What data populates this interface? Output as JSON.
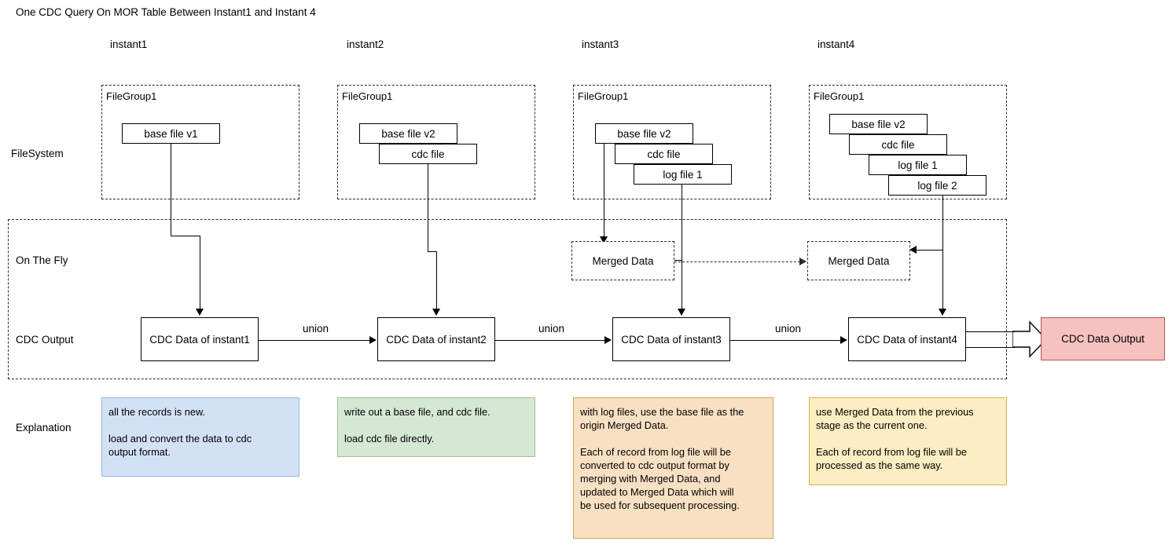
{
  "title": "One CDC Query On MOR Table Between Instant1 and Instant 4",
  "columns": [
    {
      "label": "instant1"
    },
    {
      "label": "instant2"
    },
    {
      "label": "instant3"
    },
    {
      "label": "instant4"
    }
  ],
  "row_labels": {
    "filesystem": "FileSystem",
    "on_the_fly": "On The Fly",
    "cdc_output": "CDC Output",
    "explanation": "Explanation"
  },
  "filegroups": [
    {
      "label": "FileGroup1",
      "files": [
        "base file v1"
      ]
    },
    {
      "label": "FileGroup1",
      "files": [
        "base file v2",
        "cdc file"
      ]
    },
    {
      "label": "FileGroup1",
      "files": [
        "base file v2",
        "cdc file",
        "log file 1"
      ]
    },
    {
      "label": "FileGroup1",
      "files": [
        "base file v2",
        "cdc file",
        "log file 1",
        "log file 2"
      ]
    }
  ],
  "merged_data": [
    {
      "label": "Merged Data"
    },
    {
      "label": "Merged Data"
    }
  ],
  "cdc_boxes": [
    {
      "label": "CDC Data of instant1"
    },
    {
      "label": "CDC Data of instant2"
    },
    {
      "label": "CDC Data of instant3"
    },
    {
      "label": "CDC Data of instant4"
    }
  ],
  "union_labels": [
    "union",
    "union",
    "union"
  ],
  "output_box": {
    "label": "CDC Data Output"
  },
  "explanations": [
    {
      "text": "all the records is new.\n\nload and convert the data to cdc\noutput format."
    },
    {
      "text": "write out a base file, and cdc file.\n\nload cdc file directly."
    },
    {
      "text": "with log files, use the base file as the\norigin Merged Data.\n\nEach of record from log file will be\nconverted to cdc output format by\nmerging with Merged Data, and\nupdated to Merged Data which will\nbe used for subsequent processing."
    },
    {
      "text": "use Merged Data from the previous\nstage as the current one.\n\nEach of record from log file will be\nprocessed as the same way."
    }
  ],
  "colors": {
    "output_fill": "#f5c2c0",
    "output_stroke": "#b85450",
    "expl_blue_fill": "#d3e1f7",
    "expl_green_fill": "#d5e8d4",
    "expl_orange_fill": "#fae0c3",
    "expl_yellow_fill": "#fdedc2",
    "line": "#000000",
    "dash": "#2b2b2b"
  }
}
